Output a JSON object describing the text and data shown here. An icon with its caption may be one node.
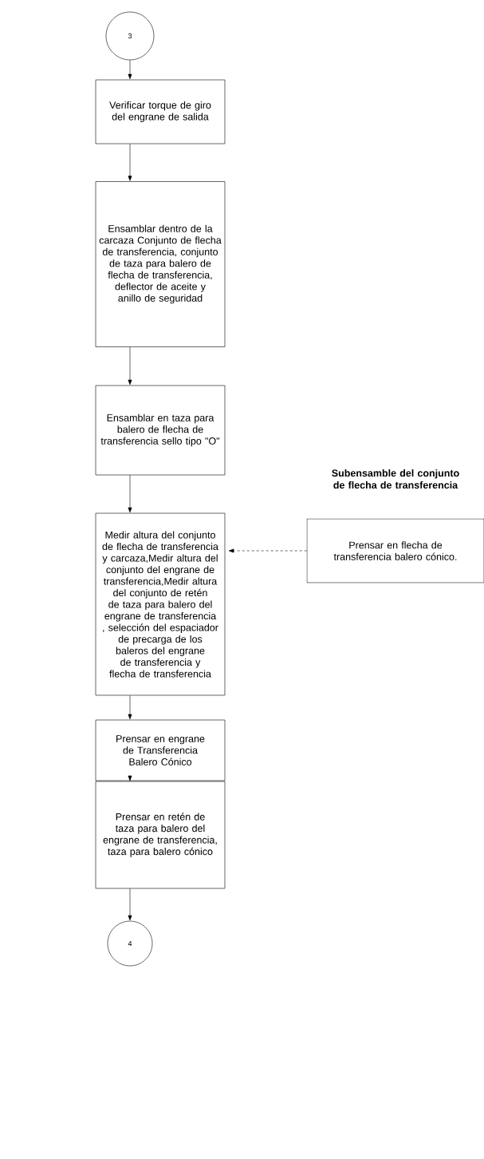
{
  "diagram": {
    "nodes": [
      {
        "text": [
          "3"
        ]
      },
      {
        "text": [
          "Verificar torque de giro del engrane de salida"
        ]
      },
      {
        "text": [
          "Ensamblar dentro de la carcaza Conjunto de flecha de transferencia, conjunto de taza para balero de flecha de transferencia, deflector de aceite y anillo de seguridad"
        ]
      },
      {
        "text": [
          "Ensamblar en taza para balero de flecha de transferencia sello tipo \"O\""
        ]
      },
      {
        "text": [
          "Medir altura del conjunto de flecha de transferencia y carcaza,Medir altura del conjunto del engrane de transferencia,Medir altura del conjunto de retén de taza para balero del engrane de transferencia , selección del espaciador de precarga de los baleros del engrane de transferencia y flecha de transferencia"
        ]
      },
      {
        "text": [
          "Subensamble del conjunto de flecha de transferencia",
          "Prensar en flecha de transferencia balero cónico."
        ]
      },
      {
        "text": [
          "Prensar en engrane de Transferencia Balero Cónico"
        ]
      },
      {
        "text": [
          "Prensar en retén de taza para balero del engrane de transferencia, taza para balero cónico"
        ]
      },
      {
        "text": [
          "4"
        ]
      }
    ],
    "edges": [
      {
        "from": 0,
        "to": 1,
        "arrow": "to"
      },
      {
        "from": 1,
        "to": 2,
        "arrow": "to"
      },
      {
        "from": 2,
        "to": 3,
        "arrow": "to"
      },
      {
        "from": 3,
        "to": 4,
        "arrow": "to"
      },
      {
        "from": 5,
        "to": 4,
        "arrow": "to",
        "style": "dashed"
      },
      {
        "from": 4,
        "to": 6,
        "arrow": "to"
      },
      {
        "from": 6,
        "to": 7,
        "arrow": "to"
      },
      {
        "from": 7,
        "to": 8,
        "arrow": "to"
      }
    ]
  }
}
